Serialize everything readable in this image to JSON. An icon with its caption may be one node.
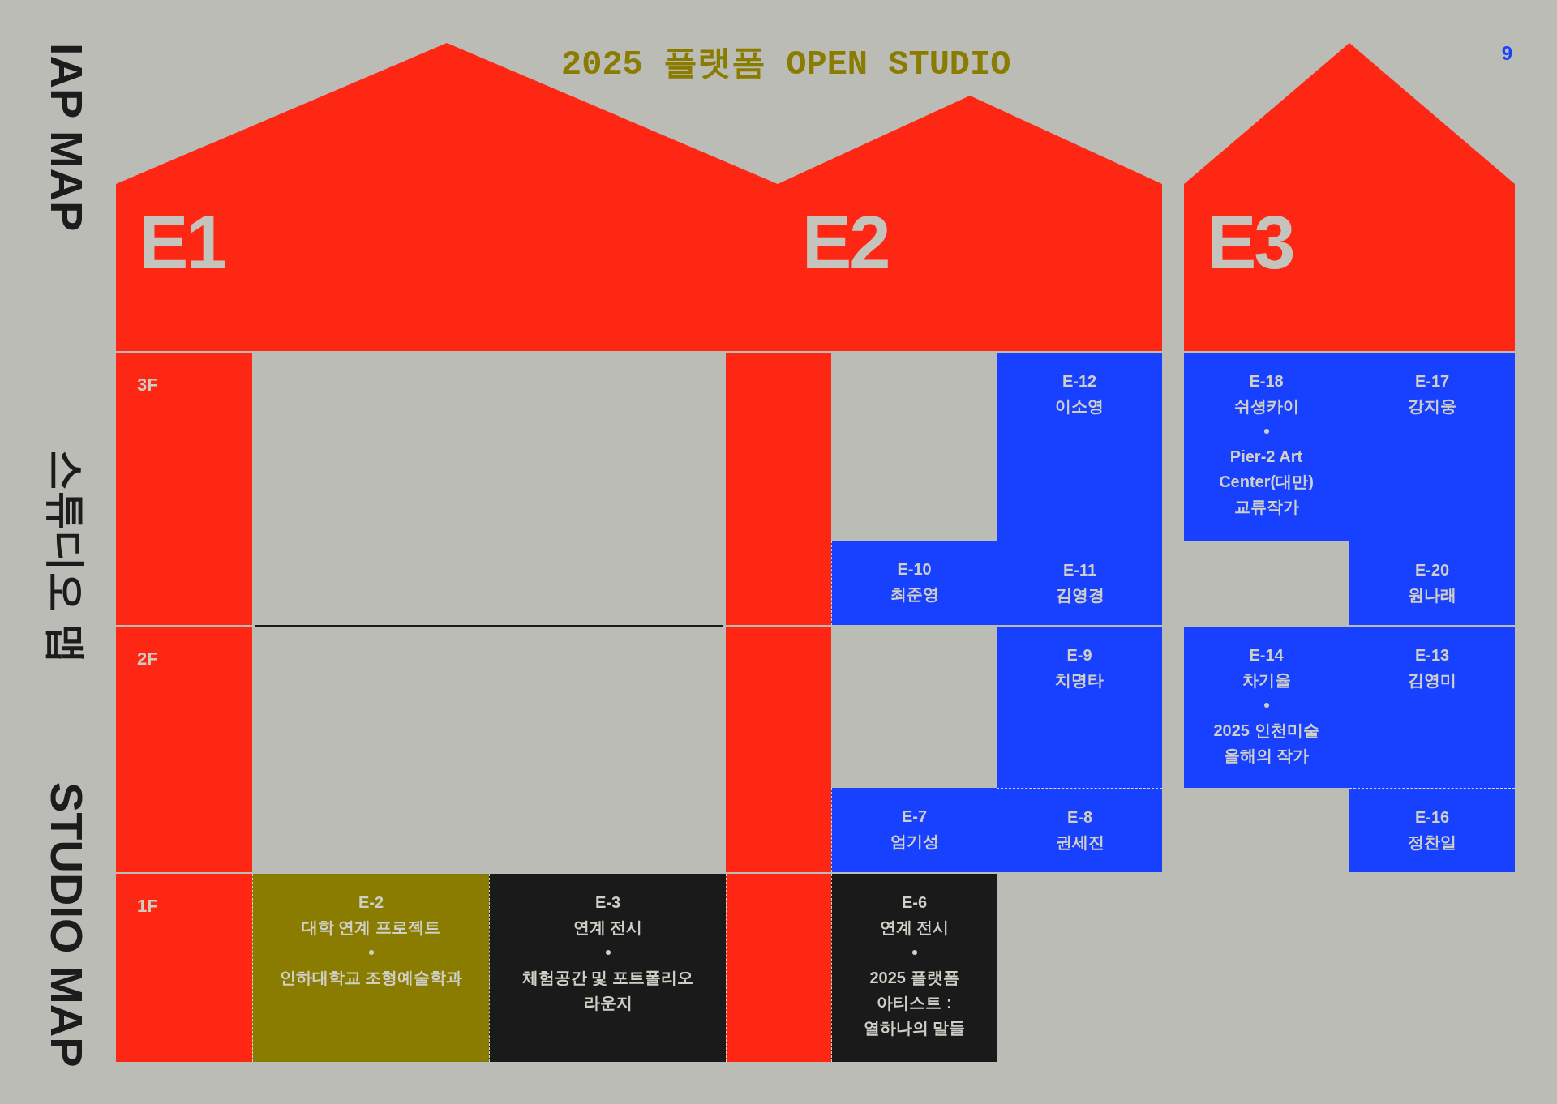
{
  "diagram": {
    "title": "2025 플랫폼 OPEN STUDIO",
    "nodes": [
      {
        "text": [
          "E1"
        ]
      },
      {
        "text": [
          "E2"
        ]
      },
      {
        "text": [
          "E3"
        ]
      },
      {
        "text": [
          "3F"
        ]
      },
      {
        "text": [],
        "shape": "box"
      },
      {
        "text": [
          "E-12",
          "이소영"
        ]
      },
      {
        "text": [
          "E-18",
          "쉬셩카이",
          "Pier-2 Art Center(대만) 교류작가"
        ]
      },
      {
        "text": [
          "E-17",
          "강지웅"
        ]
      },
      {
        "text": [
          "E-10",
          "최준영"
        ]
      },
      {
        "text": [
          "E-11",
          "김영경"
        ]
      },
      {
        "text": [
          "E-20",
          "원나래"
        ]
      },
      {
        "text": [
          "2F"
        ]
      },
      {
        "text": [],
        "shape": "box"
      },
      {
        "text": [
          "E-9",
          "치명타"
        ]
      },
      {
        "text": [
          "E-14",
          "차기율",
          "2025 인천미술 올해의 작가"
        ]
      },
      {
        "text": [
          "E-13",
          "김영미"
        ]
      },
      {
        "text": [
          "E-7",
          "엄기성"
        ]
      },
      {
        "text": [
          "E-8",
          "권세진"
        ]
      },
      {
        "text": [
          "E-16",
          "정찬일"
        ]
      },
      {
        "text": [
          "1F"
        ]
      },
      {
        "text": [
          "E-2",
          "대학 연계 프로젝트",
          "인하대학교 조형예술학과"
        ]
      },
      {
        "text": [
          "E-3",
          "연계 전시",
          "체험공간 및 포트폴리오 라운지"
        ]
      },
      {
        "text": [],
        "shape": "box"
      },
      {
        "text": [
          "E-6",
          "연계 전시",
          "2025 플랫폼 아티스트 : 열하나의 말들"
        ]
      }
    ],
    "labels": [
      "IAP MAP",
      "스튜디오 맵",
      "STUDIO MAP",
      "9"
    ]
  }
}
